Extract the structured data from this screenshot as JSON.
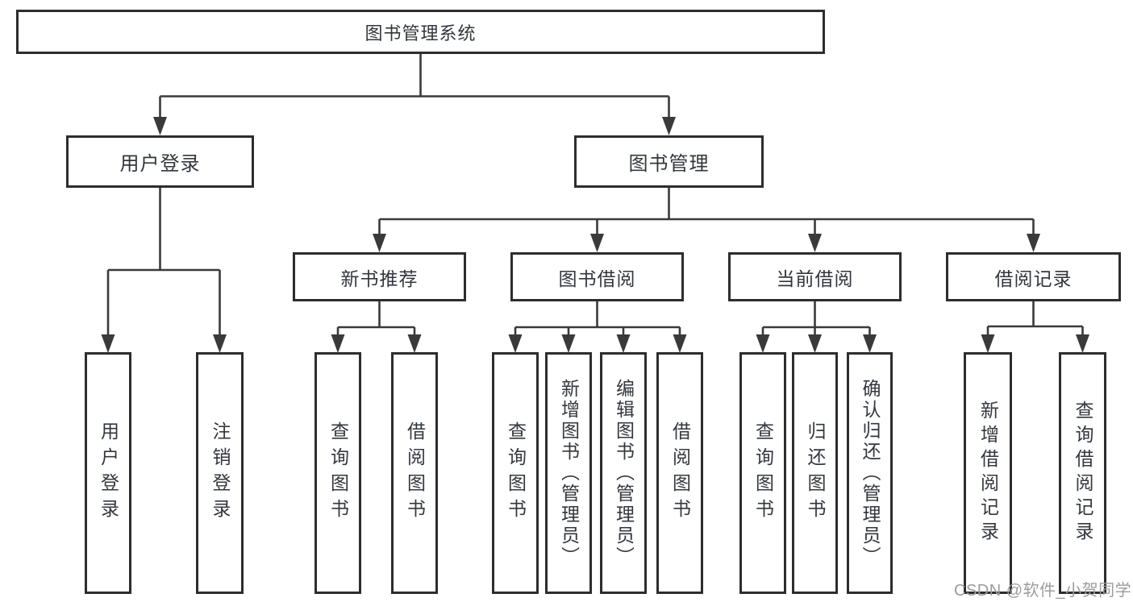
{
  "tree": {
    "root": "图书管理系统",
    "user_login": {
      "label": "用户登录",
      "children": [
        "用户登录",
        "注销登录"
      ]
    },
    "book_mgmt": {
      "label": "图书管理",
      "groups": [
        {
          "label": "新书推荐",
          "children": [
            "查询图书",
            "借阅图书"
          ]
        },
        {
          "label": "图书借阅",
          "children": [
            "查询图书",
            "新增图书（管理员）",
            "编辑图书（管理员）",
            "借阅图书"
          ]
        },
        {
          "label": "当前借阅",
          "children": [
            "查询图书",
            "归还图书",
            "确认归还（管理员）"
          ]
        },
        {
          "label": "借阅记录",
          "children": [
            "新增借阅记录",
            "查询借阅记录"
          ]
        }
      ]
    }
  },
  "watermark": "CSDN @软件_小贺同学",
  "colors": {
    "line": "#3a3a3a",
    "border": "#2d2d2d",
    "text": "#33373d",
    "watermark": "#9c9c9c",
    "background": "#ffffff"
  }
}
